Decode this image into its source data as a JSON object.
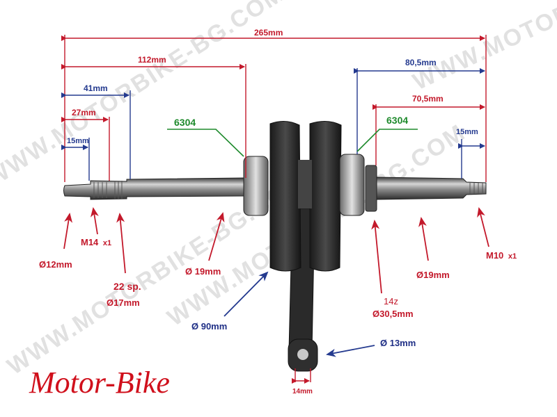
{
  "watermark": "WWW.MOTORBIKE-BG.COM",
  "brand": "Motor-Bike",
  "colors": {
    "red": "#c3192b",
    "blue": "#243a8f",
    "green": "#1e8a2c"
  },
  "dimensions": {
    "overall": "265mm",
    "left_112": "112mm",
    "left_41": "41mm",
    "left_27": "27mm",
    "left_15": "15mm",
    "right_80_5": "80,5mm",
    "right_70_5": "70,5mm",
    "right_15": "15mm",
    "rod_14": "14mm"
  },
  "bearings": {
    "left": "6304",
    "right": "6304"
  },
  "callouts": {
    "d12": "Ø12mm",
    "m14": "M14",
    "m14_pitch": "x1",
    "splines_a": "22 sp.",
    "splines_b": "Ø17mm",
    "d19_left": "Ø 19mm",
    "d90": "Ø 90mm",
    "gear_a": "14z",
    "gear_b": "Ø30,5mm",
    "d19_right": "Ø19mm",
    "m10": "M10",
    "m10_pitch": "x1",
    "d13": "Ø 13mm"
  }
}
